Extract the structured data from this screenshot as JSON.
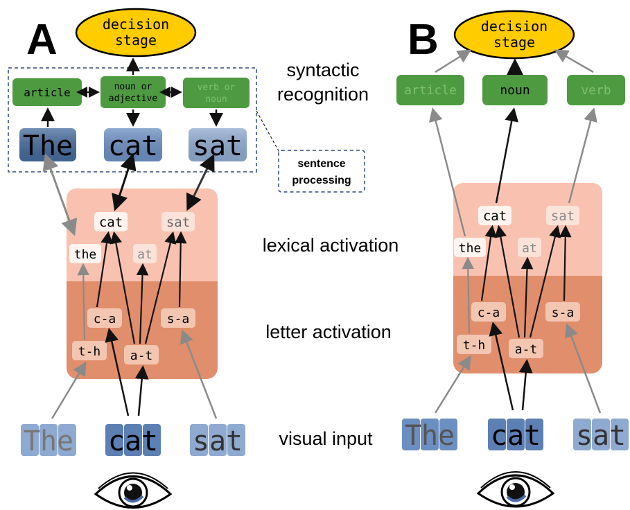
{
  "colors": {
    "decision_fill": "#ffcc00",
    "green_fill": "#4e9a41",
    "green_text_active": "#000000",
    "green_text_faded": "#7fc06f",
    "word_dark": "#456a9c",
    "word_mid": "#6c8fc2",
    "word_light": "#8faad0",
    "lexical_band": "#f9c2b0",
    "letter_band": "#e08e6c",
    "arrow_black": "#111111",
    "arrow_gray": "#8a8a8a"
  },
  "panel_a": {
    "letter": "A",
    "decision": {
      "line1": "decision",
      "line2": "stage"
    },
    "syntax": {
      "article": "article",
      "noun_adj_1": "noun or",
      "noun_adj_2": "adjective",
      "verb_noun_1": "verb or",
      "verb_noun_2": "noun"
    },
    "words": {
      "the": "The",
      "cat": "cat",
      "sat": "sat"
    },
    "sentence_note": {
      "line1": "sentence",
      "line2": "processing"
    },
    "lexical": {
      "cat": "cat",
      "sat": "sat",
      "the": "the",
      "at": "at"
    },
    "letters": {
      "ca": "c-a",
      "sa": "s-a",
      "th": "t-h",
      "at": "a-t"
    },
    "input": {
      "the": "The",
      "cat": "cat",
      "sat": "sat"
    }
  },
  "panel_b": {
    "letter": "B",
    "decision": {
      "line1": "decision",
      "line2": "stage"
    },
    "syntax": {
      "article": "article",
      "noun": "noun",
      "verb": "verb"
    },
    "lexical": {
      "cat": "cat",
      "sat": "sat",
      "the": "the",
      "at": "at"
    },
    "letters": {
      "ca": "c-a",
      "sa": "s-a",
      "th": "t-h",
      "at": "a-t"
    },
    "input": {
      "the": "The",
      "cat": "cat",
      "sat": "sat"
    }
  },
  "stage_labels": {
    "syntactic_1": "syntactic",
    "syntactic_2": "recognition",
    "lexical": "lexical activation",
    "letter": "letter activation",
    "visual": "visual input"
  }
}
